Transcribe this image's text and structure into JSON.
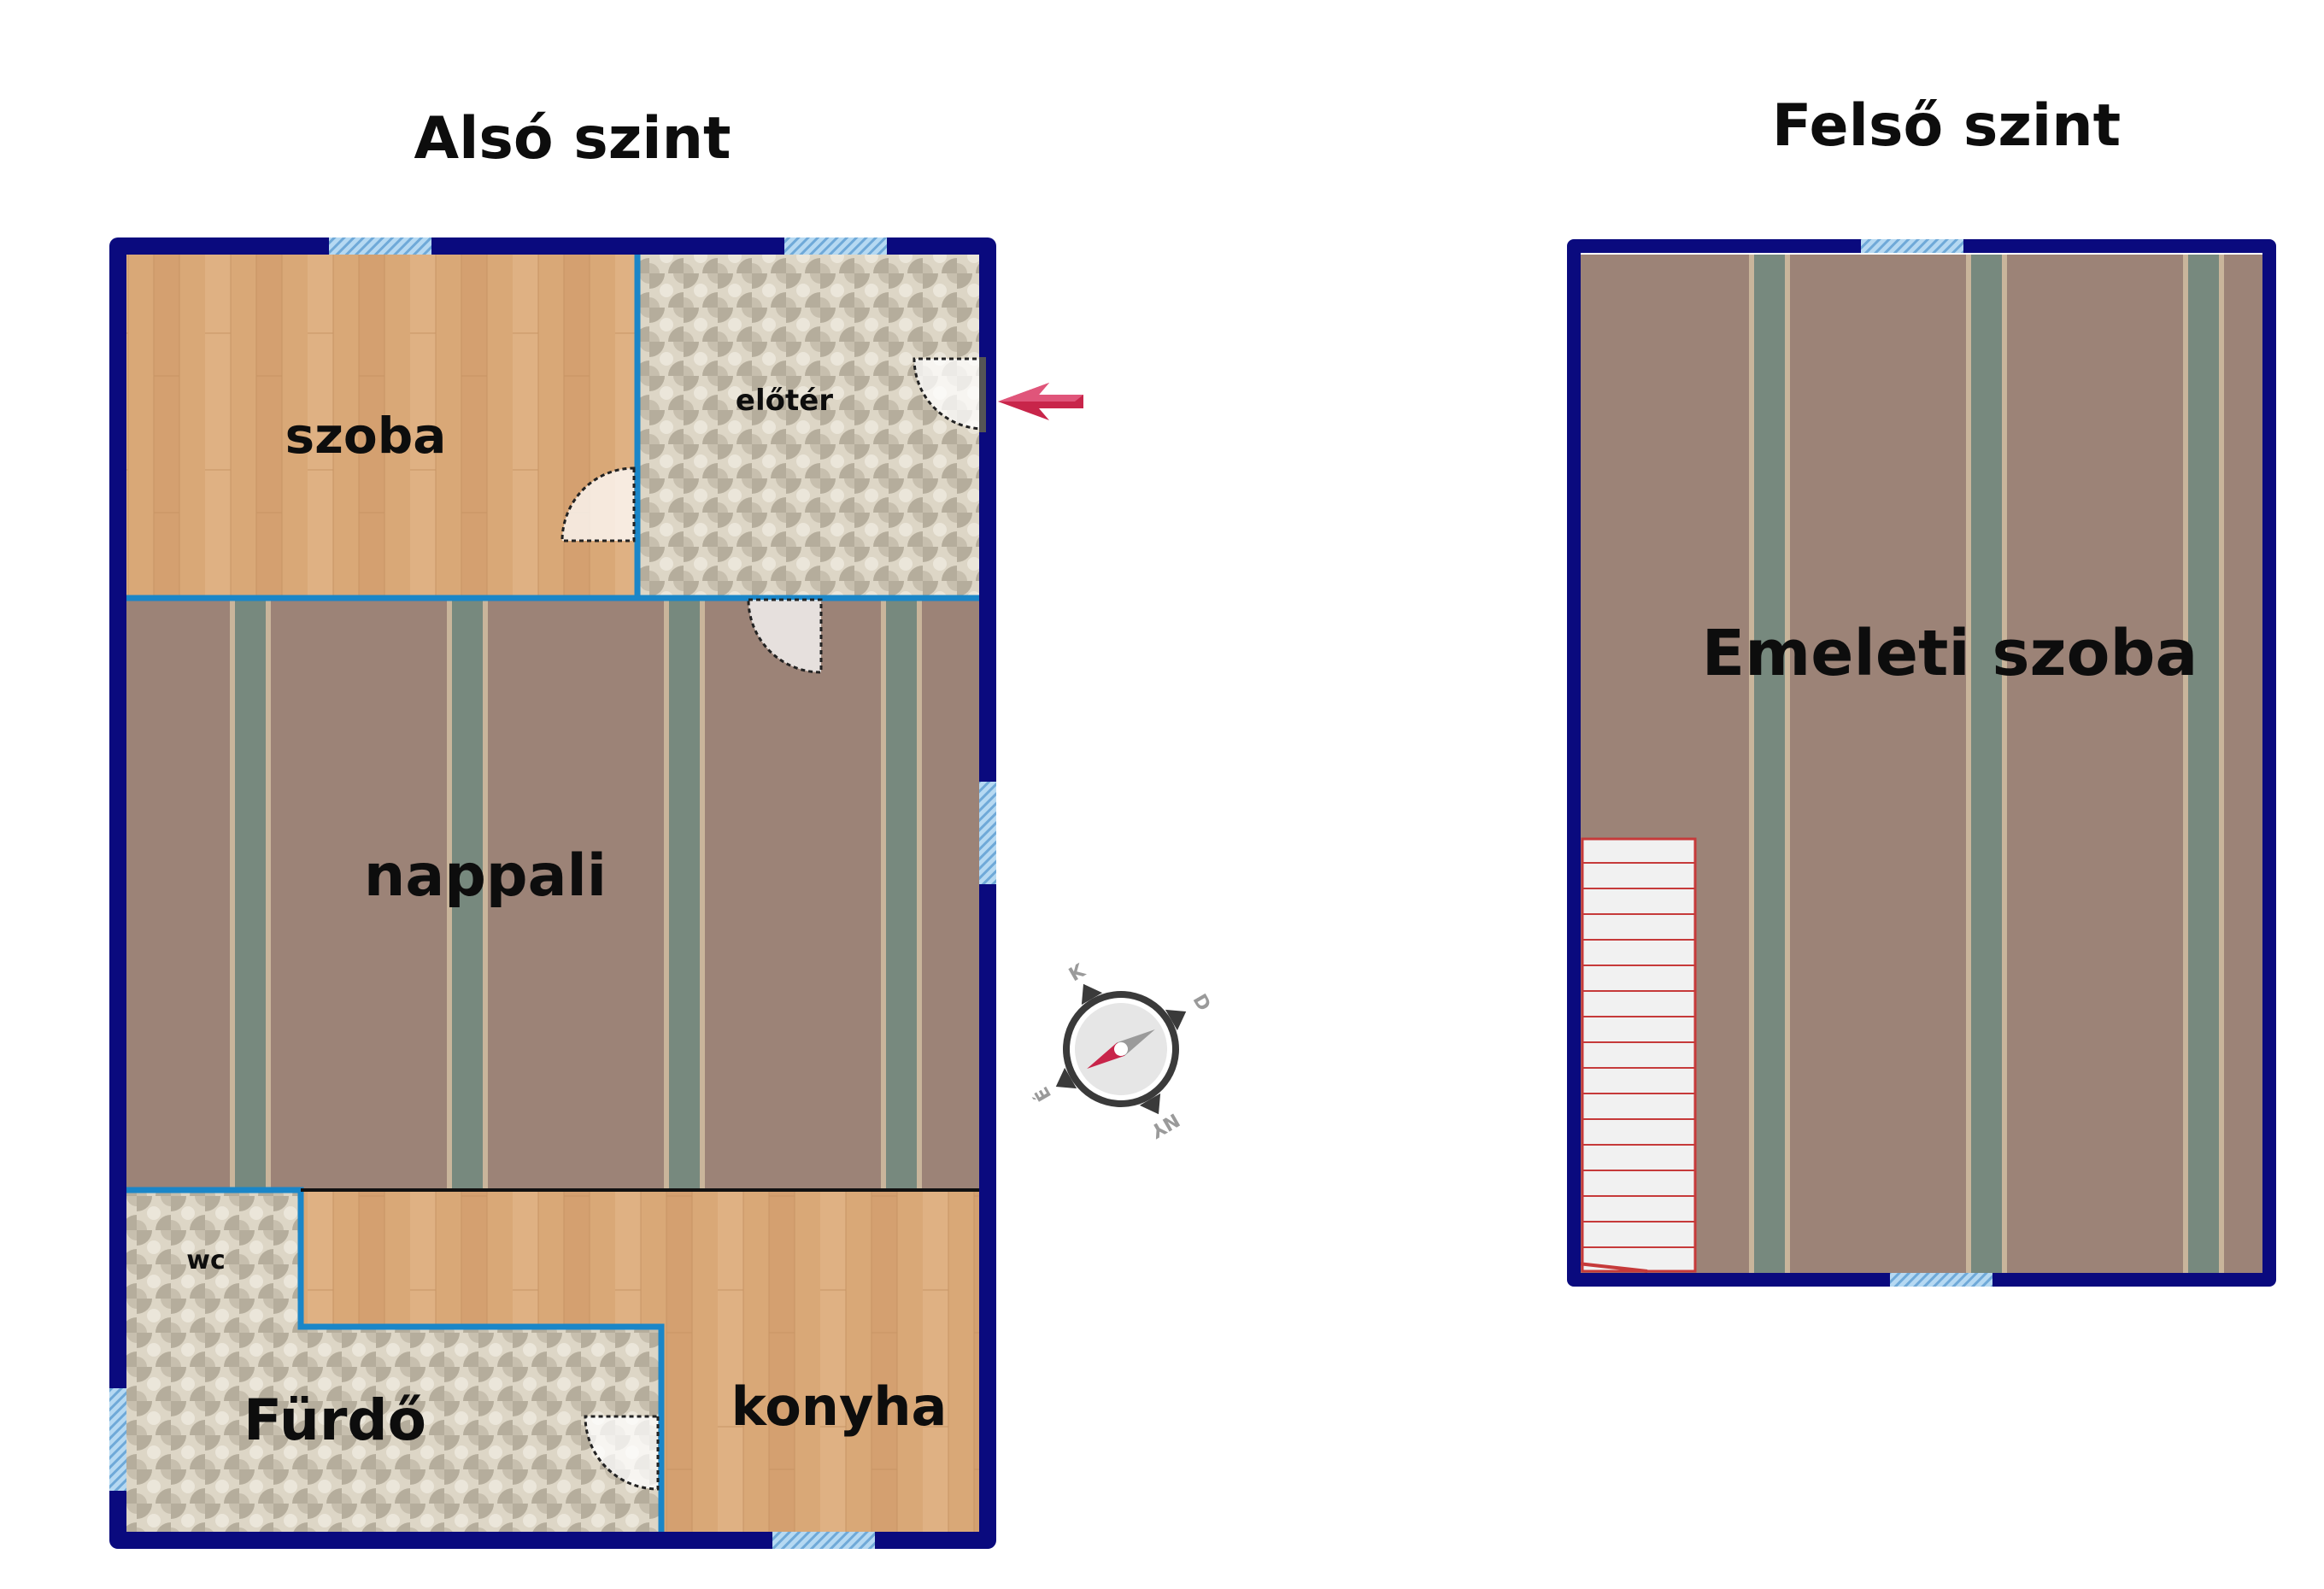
{
  "floors": {
    "lower": {
      "title": "Alsó szint",
      "rooms": {
        "szoba": "szoba",
        "eloter": "előtér",
        "nappali": "nappali",
        "wc": "wc",
        "furdo": "Fürdő",
        "konyha": "konyha"
      }
    },
    "upper": {
      "title": "Felső szint",
      "rooms": {
        "emeleti": "Emeleti szoba"
      }
    }
  },
  "compass": {
    "north": "É",
    "east": "K",
    "south": "D",
    "west": "NY"
  },
  "icons": {
    "entrance": "entrance-arrow-icon",
    "compass": "compass-icon"
  },
  "colors": {
    "outer_wall": "#0a0a7e",
    "inner_wall": "#1a86c8",
    "window": "#8fc3ea",
    "laminate": "#d8a877",
    "tile": "#d9d3c3",
    "wood_floor": "#9c8377",
    "floor_stripe": "#77897e",
    "entrance_arrow": "#c8254a",
    "stairs": "#c63a3a"
  }
}
